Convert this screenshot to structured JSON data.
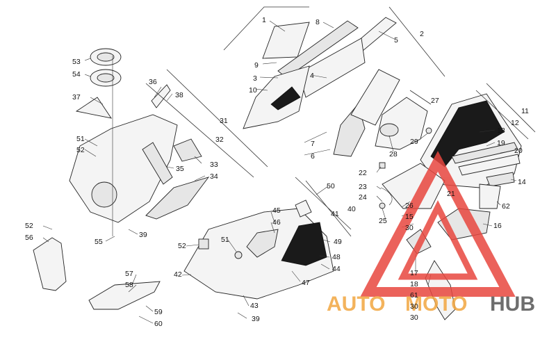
{
  "labels": {
    "l1": "1",
    "l2": "2",
    "l3": "3",
    "l4": "4",
    "l5": "5",
    "l6": "6",
    "l7": "7",
    "l8": "8",
    "l9": "9",
    "l10": "10",
    "l11": "11",
    "l12": "12",
    "l13": "13",
    "l14": "14",
    "l15": "15",
    "l16": "16",
    "l17": "17",
    "l18": "18",
    "l19": "19",
    "l20": "20",
    "l21": "21",
    "l22": "22",
    "l23": "23",
    "l24": "24",
    "l25": "25",
    "l26": "26",
    "l27": "27",
    "l28": "28",
    "l29": "29",
    "l30a": "30",
    "l30b": "30",
    "l30c": "30",
    "l31": "31",
    "l32": "32",
    "l33": "33",
    "l34": "34",
    "l35": "35",
    "l36": "36",
    "l37": "37",
    "l38": "38",
    "l39a": "39",
    "l39b": "39",
    "l40": "40",
    "l41": "41",
    "l42": "42",
    "l43": "43",
    "l44": "44",
    "l45": "45",
    "l46": "46",
    "l47": "47",
    "l48": "48",
    "l49": "49",
    "l50": "50",
    "l51a": "51",
    "l51b": "51",
    "l52a": "52",
    "l52b": "52",
    "l52c": "52",
    "l53": "53",
    "l54": "54",
    "l55": "55",
    "l56": "56",
    "l57": "57",
    "l58": "58",
    "l59": "59",
    "l60": "60",
    "l61": "61",
    "l62": "62"
  },
  "watermark": {
    "auto": "AUTO",
    "moto": "MOTO",
    "hub": "HUB"
  },
  "colors": {
    "watermark_red": "#e8473f",
    "watermark_orange": "#f2a640",
    "watermark_gray": "#555555"
  }
}
